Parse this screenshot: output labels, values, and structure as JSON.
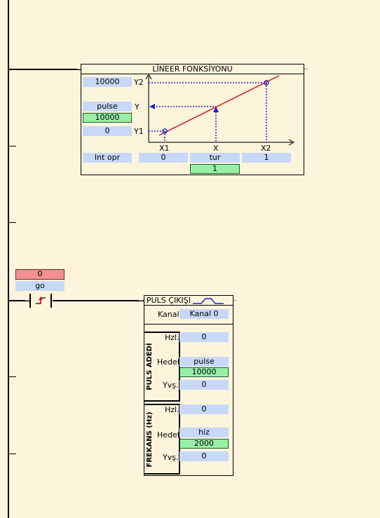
{
  "linear_block": {
    "title": "LİNEER FONKSİYONU",
    "y2_value": "10000",
    "y2_label": "Y2",
    "y_var": "pulse",
    "y_value": "10000",
    "y_label": "Y",
    "y1_value": "0",
    "y1_label": "Y1",
    "x1_label": "X1",
    "x_label": "X",
    "x2_label": "X2",
    "mode": "Int opr",
    "x1_value": "0",
    "x_var": "tur",
    "x2_value": "1",
    "x_current": "1"
  },
  "contact": {
    "value": "0",
    "var": "go"
  },
  "pulse_block": {
    "title": "PULS ÇIKIŞI",
    "kanal_label": "Kanal",
    "kanal_value": "Kanal 0",
    "group1_label": "PULS ADEDİ",
    "group2_label": "FREKANS (Hz)",
    "g1_hzl_label": "Hzl.",
    "g1_hzl_value": "0",
    "g1_hedef_label": "Hedef",
    "g1_hedef_var": "pulse",
    "g1_hedef_value": "10000",
    "g1_yvs_label": "Yvş.",
    "g1_yvs_value": "0",
    "g2_hzl_label": "Hzl.",
    "g2_hzl_value": "0",
    "g2_hedef_label": "Hedef",
    "g2_hedef_var": "hiz",
    "g2_hedef_value": "2000",
    "g2_yvs_label": "Yvş.",
    "g2_yvs_value": "0"
  }
}
